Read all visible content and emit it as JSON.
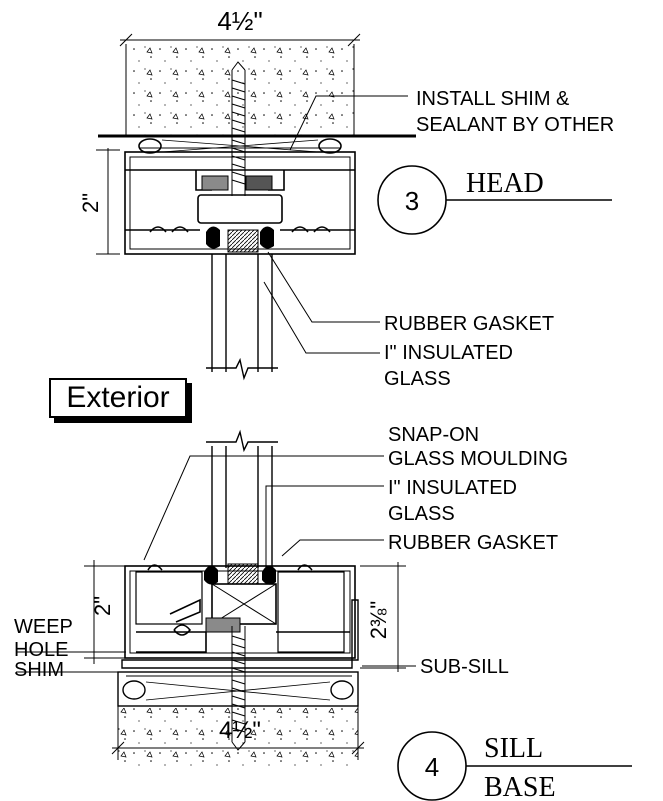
{
  "head": {
    "dimension_top": "4½\"",
    "dimension_side": "2\"",
    "note_shim_line1": "INSTALL SHIM &",
    "note_shim_line2": "SEALANT BY OTHER",
    "note_gasket": "RUBBER GASKET",
    "note_glass_line1": "I\" INSULATED",
    "note_glass_line2": "GLASS",
    "detail_number": "3",
    "detail_title": "HEAD"
  },
  "exterior_label": "Exterior",
  "sill": {
    "note_moulding_line1": "SNAP-ON",
    "note_moulding_line2": "GLASS MOULDING",
    "note_glass_line1": "I\" INSULATED",
    "note_glass_line2": "GLASS",
    "note_gasket": "RUBBER GASKET",
    "note_weep_line1": "WEEP",
    "note_weep_line2": "HOLE",
    "note_shim": "SHIM",
    "note_subsill": "SUB-SILL",
    "dimension_side": "2\"",
    "dimension_right": "2⅜\"",
    "dimension_bottom": "4½\"",
    "detail_number": "4",
    "detail_title_line1": "SILL",
    "detail_title_line2": "BASE"
  },
  "colors": {
    "ink": "#000000",
    "gasket_fill": "#8a8a8a",
    "block_fill": "#555555"
  }
}
